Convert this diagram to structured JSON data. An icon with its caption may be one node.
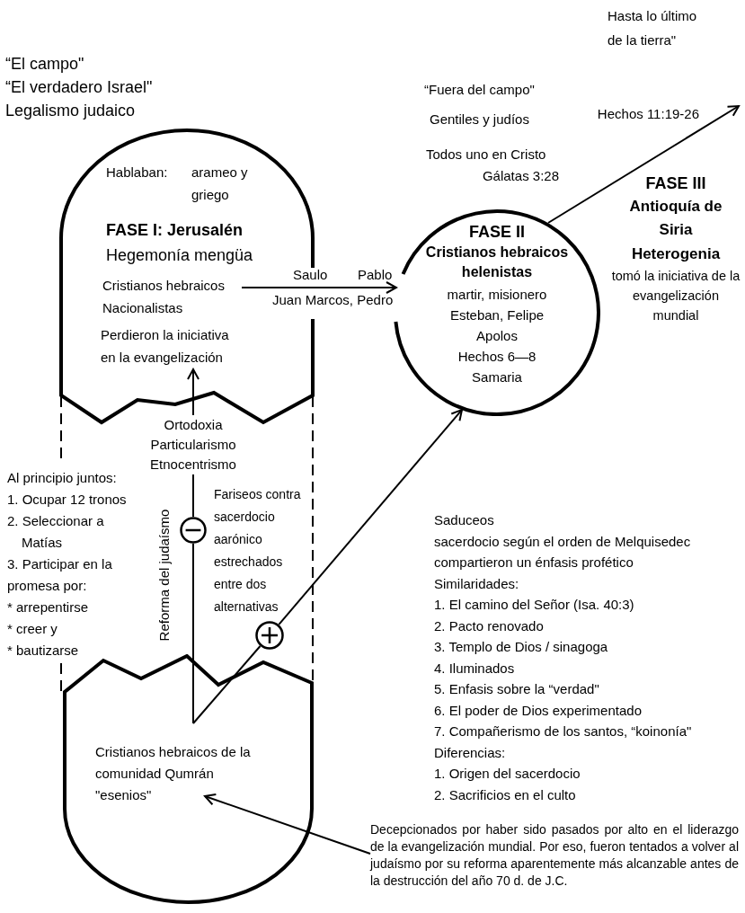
{
  "diagram": {
    "nodes": [
      {
        "text": [
          "Hablaban:",
          "arameo y griego",
          "FASE I: Jerusalén",
          "Hegemonía mengüa"
        ]
      },
      {
        "text": [
          "Cristianos hebraicos Nacionalistas"
        ],
        "in": 0
      },
      {
        "text": [
          "Perdieron la iniciativa en la evangelización"
        ],
        "in": 0
      },
      {
        "text": [
          "Ortodoxia Particularismo Etnocentrismo"
        ]
      },
      {
        "text": [
          "Cristianos hebraicos de la comunidad Qumrán \"esenios\""
        ]
      },
      {
        "text": [
          "FASE II",
          "Cristianos hebraicos helenistas",
          "martir, misionero",
          "Esteban, Felipe",
          "Apolos",
          "Hechos 6—8",
          "Samaria"
        ]
      },
      {
        "text": [
          "FASE III",
          "Antioquía de Siria",
          "Heterogenia",
          "tomó la iniciativa de la evangelización mundial"
        ]
      },
      {
        "text": [],
        "shape": "circle"
      },
      {
        "text": [],
        "shape": "circle"
      },
      {
        "text": [
          "Decepcionados por haber sido pasados por alto en el liderazgo de la evangelización mundial. Por eso, fueron tentados a volver al judaísmo por su reforma aparentemente más alcanzable antes de la destrucción del año 70 d. de J.C."
        ]
      }
    ],
    "edges": [
      {
        "from": 1,
        "to": 5,
        "arrow": "to",
        "label": "Saulo"
      },
      {
        "from": 3,
        "to": 2,
        "arrow": "to"
      },
      {
        "from": 0,
        "to": null,
        "arrow": "none",
        "style": "dashed"
      },
      {
        "from": 0,
        "to": 4,
        "arrow": "none",
        "style": "dashed"
      },
      {
        "from": null,
        "to": 4,
        "arrow": "none",
        "style": "dashed"
      },
      {
        "from": 3,
        "to": 7,
        "arrow": "none"
      },
      {
        "from": 7,
        "to": 4,
        "arrow": "none"
      },
      {
        "from": 4,
        "to": 8,
        "arrow": "none"
      },
      {
        "from": 8,
        "to": 5,
        "arrow": "to"
      },
      {
        "from": 5,
        "to": null,
        "arrow": "to",
        "label": "Hechos 11:19-26"
      },
      {
        "from": 9,
        "to": 4,
        "arrow": "to"
      }
    ],
    "labels": [
      "Hasta lo último de la tierra\"",
      "“El campo\"",
      "“El verdadero Israel\"",
      "Legalismo judaico",
      "“Fuera del campo\"",
      "Gentiles y judíos",
      "Todos uno en Cristo",
      "Gálatas 3:28",
      "Pablo",
      "Juan Marcos, Pedro",
      "Al principio juntos:",
      "1. Ocupar 12 tronos",
      "2. Seleccionar a Matías",
      "3. Participar en la promesa por:",
      "* arrepentirse",
      "* creer y",
      "* bautizarse",
      "Reforma del judaísmo",
      "Fariseos contra sacerdocio aarónico estrechados entre dos alternativas",
      "Saduceos",
      "sacerdocio según el orden de Melquisedec",
      "compartieron un énfasis profético",
      "Similaridades:",
      "1. El camino del Señor (Isa. 40:3)",
      "2. Pacto renovado",
      "3. Templo de Dios / sinagoga",
      "4. Iluminados",
      "5. Enfasis sobre la “verdad\"",
      "6. El poder de Dios experimentado",
      "7. Compañerismo de los santos, “koinonía\"",
      "Diferencias:",
      "1. Origen del sacerdocio",
      "2. Sacrificios en el culto"
    ]
  }
}
